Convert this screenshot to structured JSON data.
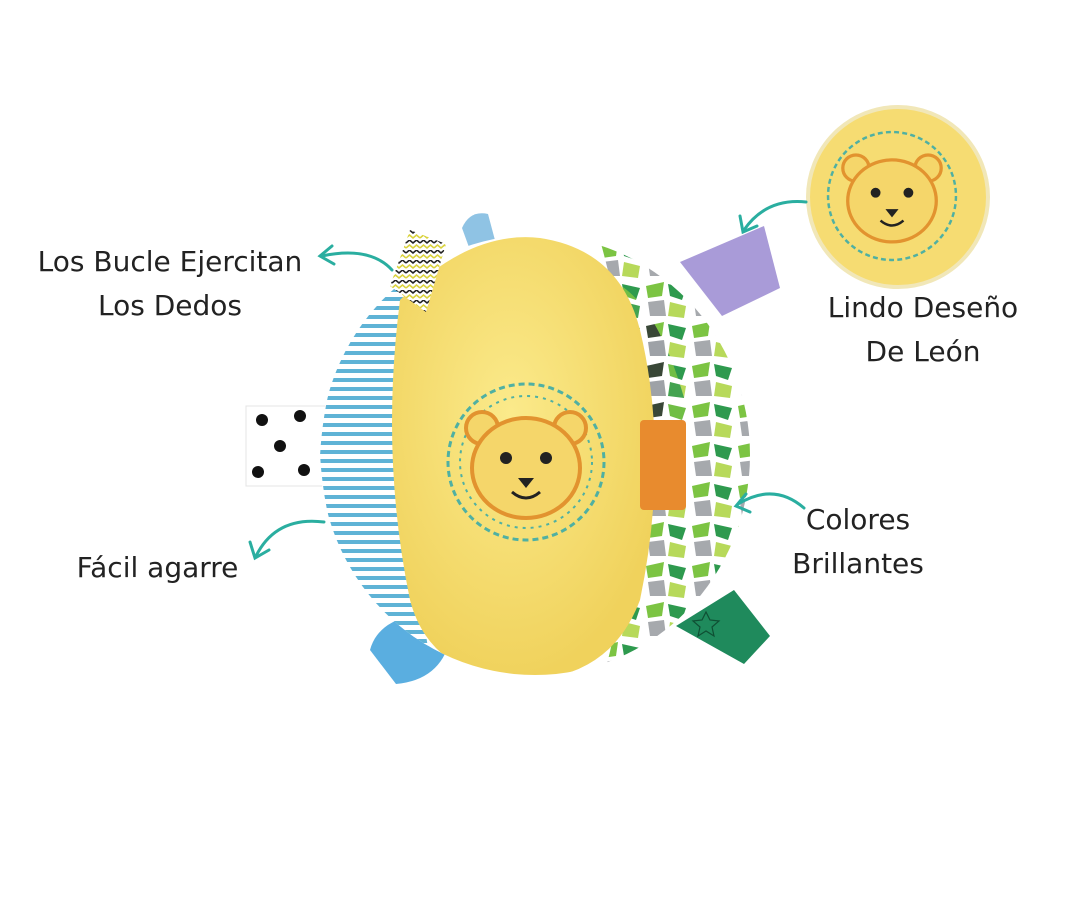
{
  "labels": {
    "loops": [
      "Los Bucle Ejercitan",
      "Los Dedos"
    ],
    "lion": [
      "Lindo Deseño",
      "De León"
    ],
    "colors": [
      "Colores",
      "Brillantes"
    ],
    "grip": [
      "Fácil agarre"
    ]
  },
  "colors": {
    "arrow": "#2aaea0",
    "yellow": "#f8e37a",
    "blue_stripe": "#5fb3d6",
    "green_leaf": "#6dbf3a",
    "lavender_tag": "#a99bd8",
    "orange_tag": "#e88b2e",
    "lion_outline": "#e2932f",
    "lion_mane": "#4fb0a2"
  },
  "icons": [
    "arrow-icon",
    "lion-face-icon",
    "plush-ball-image",
    "lion-closeup-image"
  ]
}
